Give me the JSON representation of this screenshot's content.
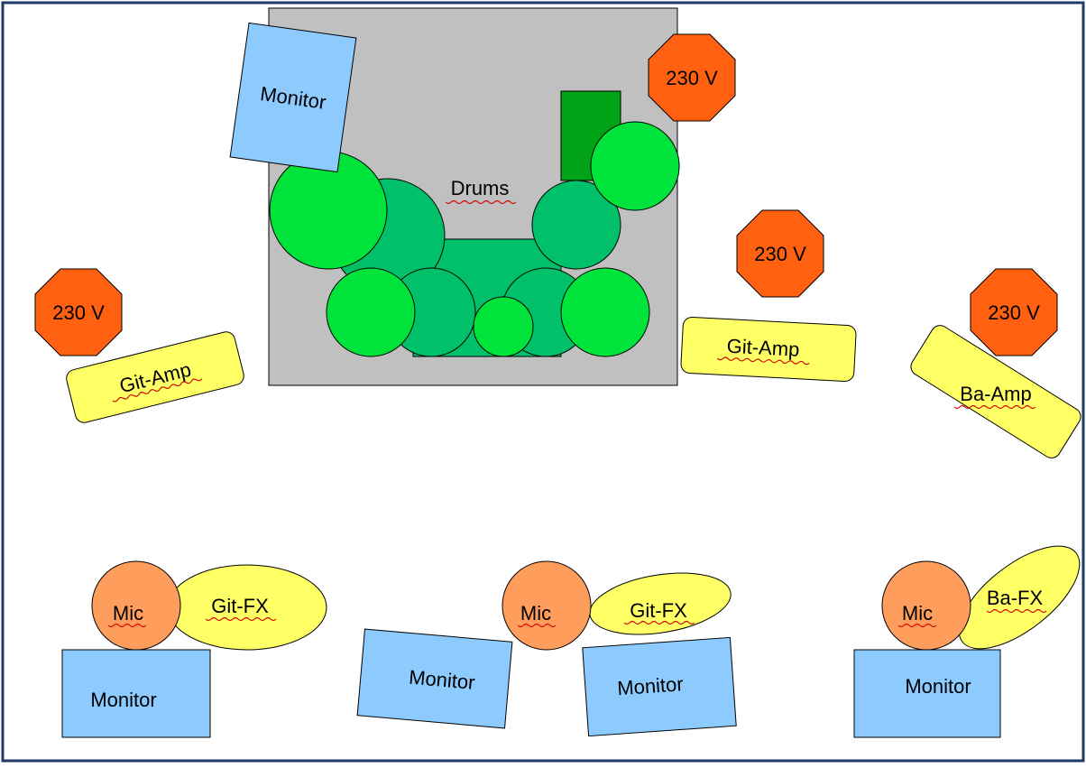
{
  "colors": {
    "frame": "#1f3b63",
    "drum_riser": "#c0c0c0",
    "drum_dark": "#00c06a",
    "drum_light": "#00e33a",
    "drum_box": "#00a316",
    "monitor": "#8dcbff",
    "amp": "#ffff66",
    "power": "#ff6110",
    "mic": "#ff9e5c",
    "fx": "#ffff66"
  },
  "drums": {
    "label": "Drums"
  },
  "monitors": {
    "drums": "Monitor",
    "left": "Monitor",
    "center_left": "Monitor",
    "center_right": "Monitor",
    "right": "Monitor"
  },
  "power": {
    "top": "230 V",
    "mid": "230 V",
    "left": "230 V",
    "right": "230 V"
  },
  "amps": {
    "left": "Git-Amp",
    "center": "Git-Amp",
    "bass": "Ba-Amp"
  },
  "mics": {
    "left": "Mic",
    "center": "Mic",
    "right": "Mic"
  },
  "fx": {
    "left": "Git-FX",
    "center": "Git-FX",
    "bass": "Ba-FX"
  }
}
